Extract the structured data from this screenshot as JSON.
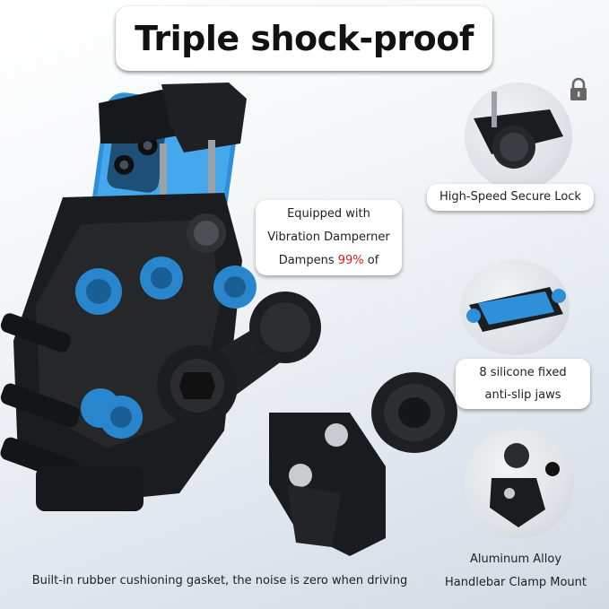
{
  "title": "Triple shock-proof",
  "lock_icon": "lock-icon",
  "features": [
    {
      "label": "High-Speed Secure Lock"
    },
    {
      "label": "8 silicone fixed",
      "label2": "anti-slip jaws"
    },
    {
      "label": "Aluminum Alloy",
      "label2": "Handlebar Clamp Mount"
    }
  ],
  "damper_callout": {
    "line1": "Equipped with",
    "line2": "Vibration Damperner",
    "line3_prefix": "Dampens ",
    "line3_highlight": "99%",
    "line3_suffix": " of"
  },
  "caption": "Built-in rubber cushioning gasket, the noise is zero when driving",
  "colors": {
    "accent_blue": "#2e8fd6",
    "hardware": "#1c1d20",
    "highlight": "#cc2222"
  }
}
